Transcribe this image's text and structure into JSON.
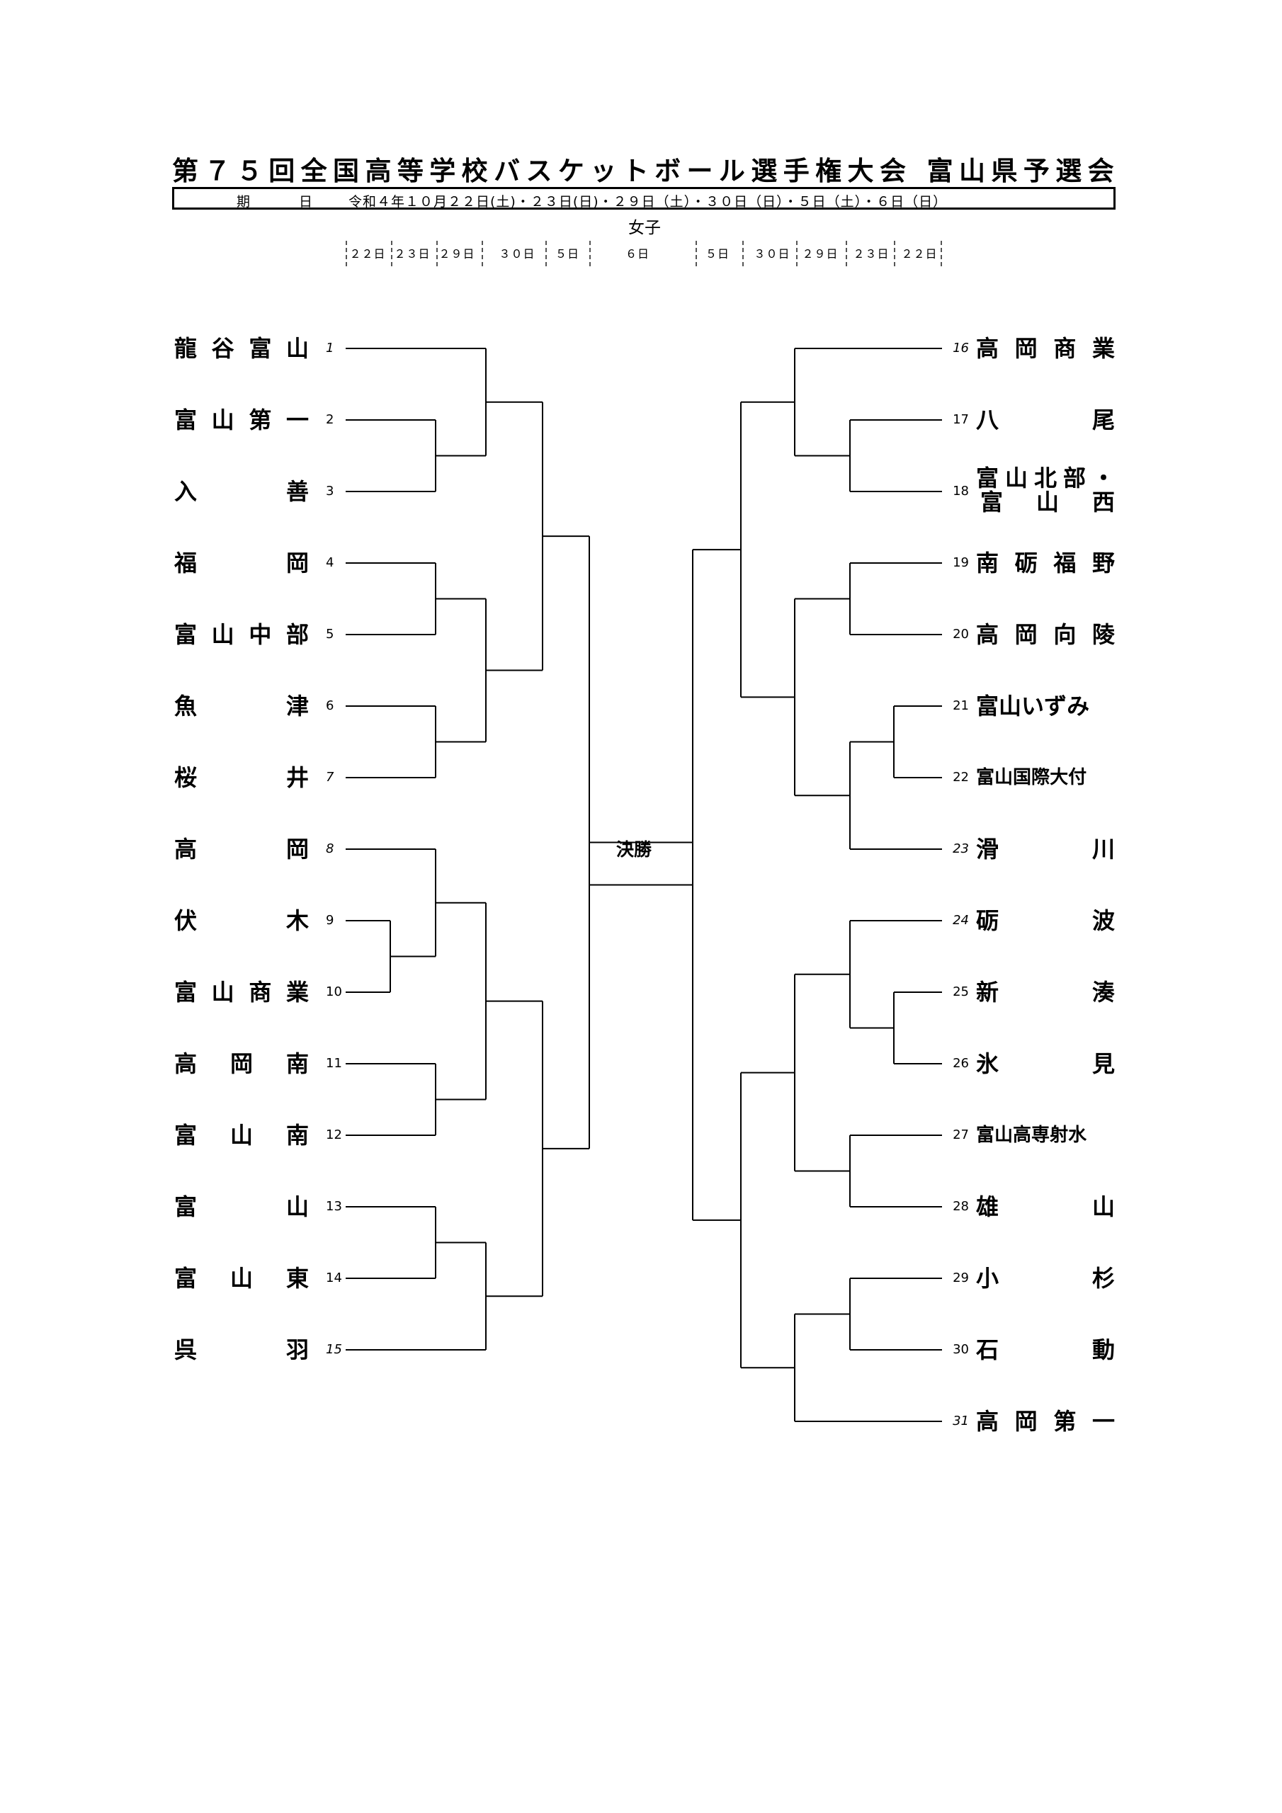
{
  "title": "第７５回全国高等学校バスケットボール選手権大会 富山県予選会",
  "dates": {
    "label_1": "期",
    "label_2": "日",
    "value": "令和４年１０月２２日(土)・２３日(日)・２９日（土）・３０日（日）・５日（土）・６日（日）"
  },
  "division": "女子",
  "day_labels": [
    "２２日",
    "２３日",
    "２９日",
    "３０日",
    "５日",
    "６日",
    "５日",
    "３０日",
    "２９日",
    "２３日",
    "２２日"
  ],
  "final_label": "決勝",
  "left_teams": [
    {
      "seed": "1",
      "name": "龍谷富山"
    },
    {
      "seed": "2",
      "name": "富山第一"
    },
    {
      "seed": "3",
      "name": "入善"
    },
    {
      "seed": "4",
      "name": "福岡"
    },
    {
      "seed": "5",
      "name": "富山中部"
    },
    {
      "seed": "6",
      "name": "魚津"
    },
    {
      "seed": "7",
      "name": "桜井"
    },
    {
      "seed": "8",
      "name": "高岡"
    },
    {
      "seed": "9",
      "name": "伏木"
    },
    {
      "seed": "10",
      "name": "富山商業"
    },
    {
      "seed": "11",
      "name": "高岡南"
    },
    {
      "seed": "12",
      "name": "富山南"
    },
    {
      "seed": "13",
      "name": "富山"
    },
    {
      "seed": "14",
      "name": "富山東"
    },
    {
      "seed": "15",
      "name": "呉羽"
    }
  ],
  "right_teams": [
    {
      "seed": "16",
      "name": "高岡商業"
    },
    {
      "seed": "17",
      "name": "八尾"
    },
    {
      "seed": "18",
      "name": "富山北部・",
      "name2": "富山西"
    },
    {
      "seed": "19",
      "name": "南砺福野"
    },
    {
      "seed": "20",
      "name": "高岡向陵"
    },
    {
      "seed": "21",
      "name": "富山いずみ"
    },
    {
      "seed": "22",
      "name": "富山国際大付"
    },
    {
      "seed": "23",
      "name": "滑川"
    },
    {
      "seed": "24",
      "name": "砺波"
    },
    {
      "seed": "25",
      "name": "新湊"
    },
    {
      "seed": "26",
      "name": "氷見"
    },
    {
      "seed": "27",
      "name": "富山高専射水"
    },
    {
      "seed": "28",
      "name": "雄山"
    },
    {
      "seed": "29",
      "name": "小杉"
    },
    {
      "seed": "30",
      "name": "石動"
    },
    {
      "seed": "31",
      "name": "高岡第一"
    }
  ]
}
